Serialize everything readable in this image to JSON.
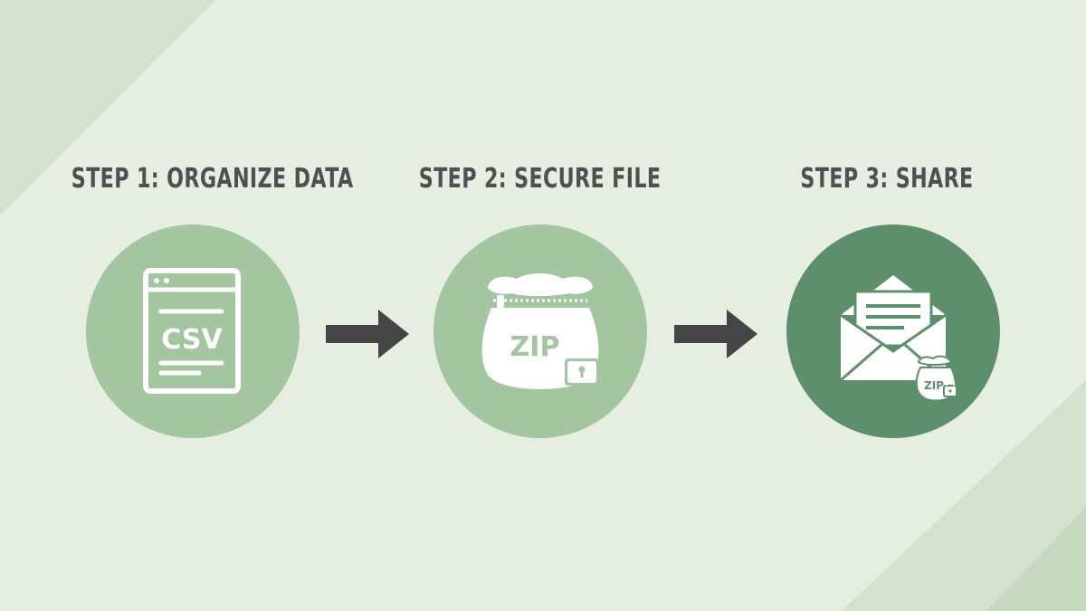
{
  "colors": {
    "background": "#e6ede1",
    "stripe": "#d2e2cd",
    "circle_light": "#a3c59f",
    "circle_dark": "#5e8f6d",
    "arrow": "#454545",
    "title_text": "#505050",
    "icon_fill": "#ffffff"
  },
  "steps": [
    {
      "title": "STEP 1: ORGANIZE DATA",
      "icon": "csv-file-icon",
      "icon_label": "CSV"
    },
    {
      "title": "STEP 2: SECURE FILE",
      "icon": "zip-bag-lock-icon",
      "icon_label": "ZIP"
    },
    {
      "title": "STEP 3: SHARE",
      "icon": "envelope-zip-icon",
      "icon_label": "ZIP"
    }
  ],
  "connectors": [
    "arrow-right-icon",
    "arrow-right-icon"
  ]
}
